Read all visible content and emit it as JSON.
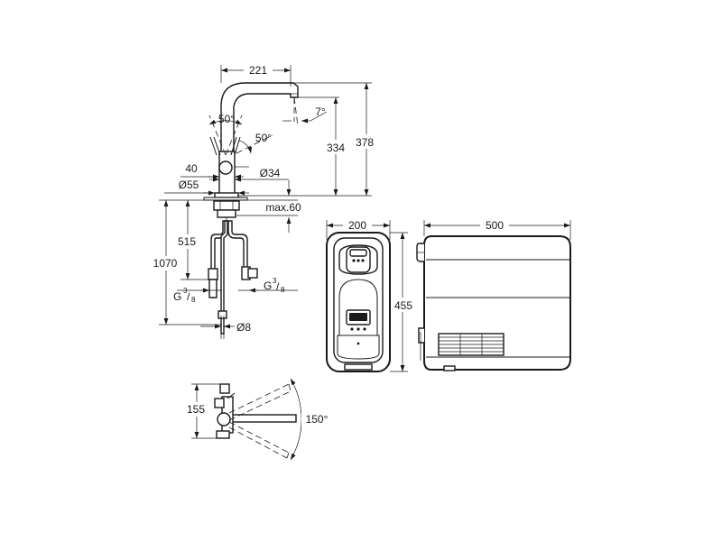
{
  "dimensions": {
    "spout_reach": "221",
    "spout_angle_top": "50°",
    "spout_angle_side": "50°",
    "outlet_angle": "7°",
    "faucet_height": "334",
    "total_height": "378",
    "handle_offset": "40",
    "base_diameter": "Ø55",
    "body_diameter": "Ø34",
    "max_deck_thickness": "max.60",
    "hose_length": "515",
    "total_length": "1070",
    "thread_left": "G",
    "thread_left_num": "3",
    "thread_left_den": "8",
    "thread_right": "G",
    "thread_right_num": "3",
    "thread_right_den": "8",
    "pipe_diameter": "Ø8",
    "boiler_width": "200",
    "boiler_height": "455",
    "boiler_depth": "500",
    "plan_depth": "155",
    "swivel_angle": "150°"
  }
}
